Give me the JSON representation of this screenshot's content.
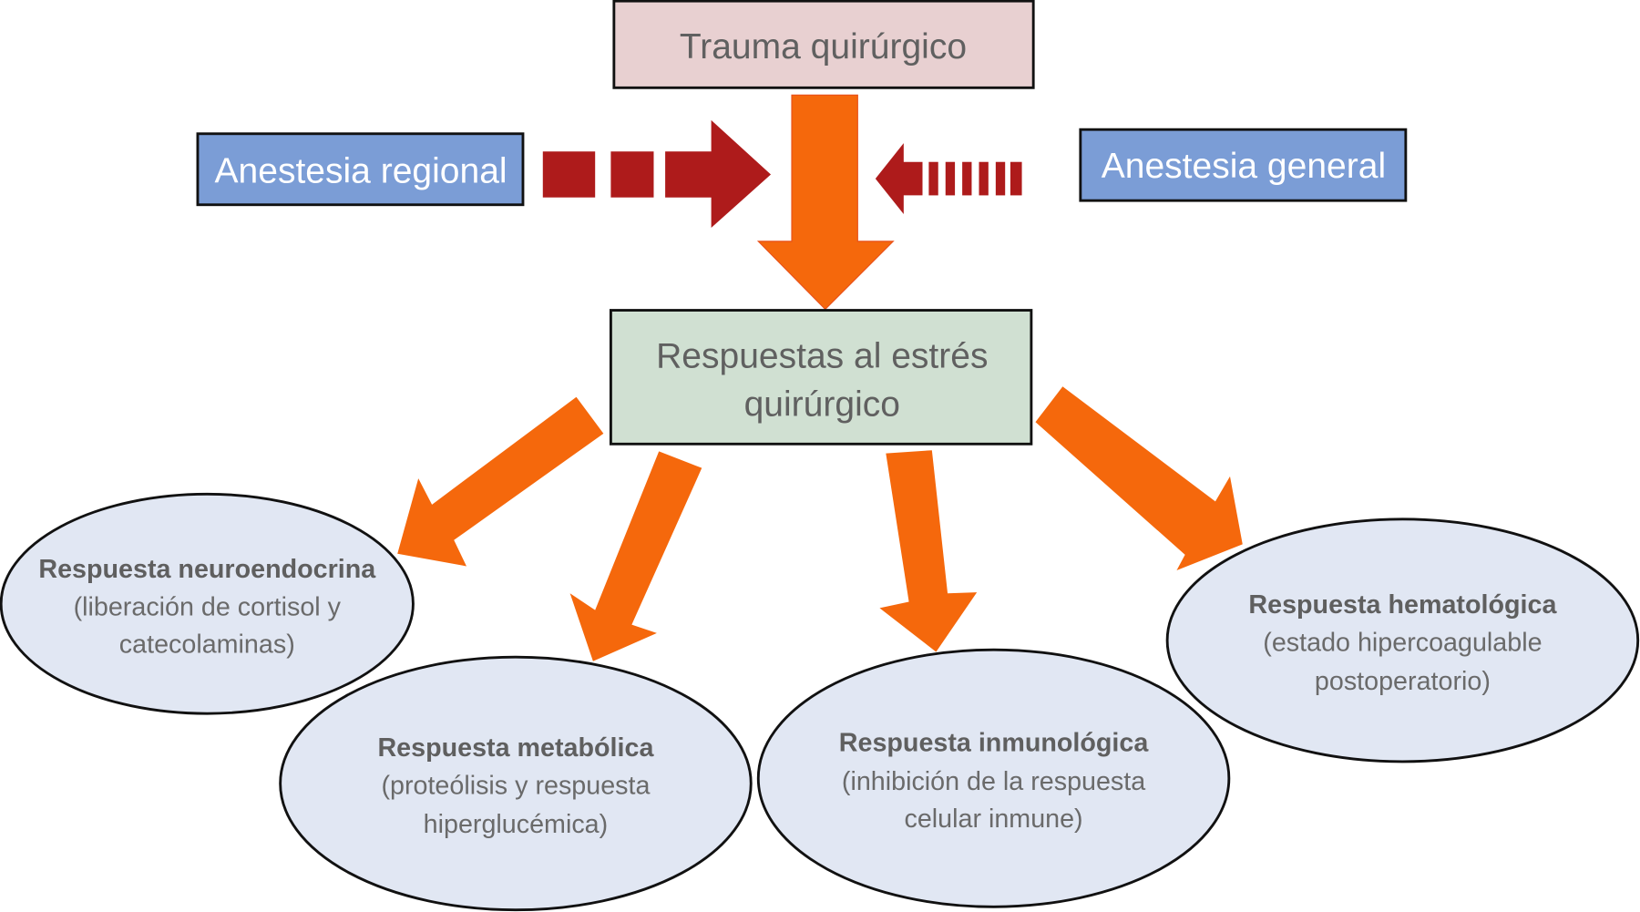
{
  "diagram": {
    "top_box": {
      "label": "Trauma quirúrgico",
      "fill": "#e8d0d1"
    },
    "left_box": {
      "label": "Anestesia regional",
      "fill": "#7b9dd6"
    },
    "right_box": {
      "label": "Anestesia general",
      "fill": "#7b9dd6"
    },
    "center_box": {
      "line1": "Respuestas al estrés",
      "line2": "quirúrgico",
      "fill": "#d0e0d2"
    },
    "responses": [
      {
        "title": "Respuesta neuroendocrina",
        "line1": "(liberación de cortisol y",
        "line2": "catecolaminas)"
      },
      {
        "title": "Respuesta metabólica",
        "line1": "(proteólisis y respuesta",
        "line2": "hiperglucémica)"
      },
      {
        "title": "Respuesta inmunológica",
        "line1": "(inhibición de la respuesta",
        "line2": "celular inmune)"
      },
      {
        "title": "Respuesta hematológica",
        "line1": "(estado hipercoagulable",
        "line2": "postoperatorio)"
      }
    ],
    "colors": {
      "main_arrow": "#f5680c",
      "inhibit_arrow": "#ae1b1b",
      "ellipse_fill": "#e1e7f3",
      "stroke": "#111111"
    }
  }
}
